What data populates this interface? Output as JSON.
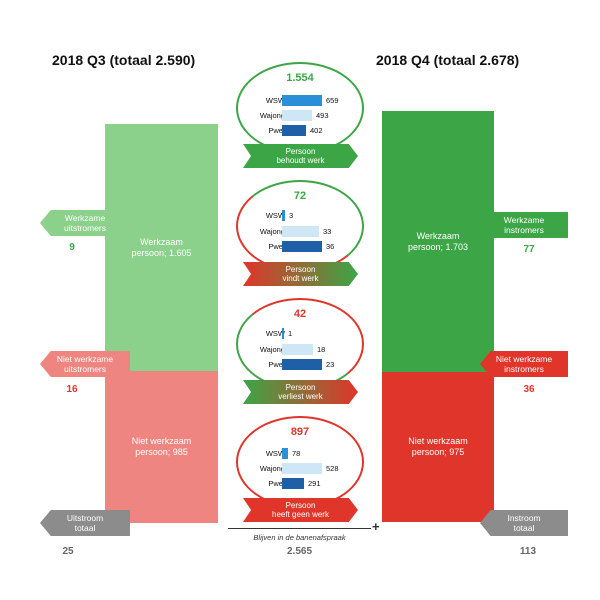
{
  "q3": {
    "title": "2018 Q3 (totaal 2.590)",
    "werkzaam_label": "Werkzaam\npersoon;  1.605",
    "werkzaam_value": 1605,
    "niet_werkzaam_label": "Niet werkzaam\npersoon;  985",
    "niet_werkzaam_value": 985,
    "color_werkzaam": "#8bd08b",
    "color_niet_werkzaam": "#ee8580"
  },
  "q4": {
    "title": "2018 Q4 (totaal 2.678)",
    "werkzaam_label": "Werkzaam\npersoon;  1.703",
    "werkzaam_value": 1703,
    "niet_werkzaam_label": "Niet werkzaam\npersoon;  975",
    "niet_werkzaam_value": 975,
    "color_werkzaam": "#3ca646",
    "color_niet_werkzaam": "#e0352a"
  },
  "left_tags": {
    "werkzame_uitstromers": {
      "label": "Werkzame\nuitstromers",
      "value": "9"
    },
    "niet_werkzame_uitstromers": {
      "label": "Niet werkzame\nuitstromers",
      "value": "16"
    },
    "uitstroom_totaal": {
      "label": "Uitstroom\ntotaal",
      "value": "25"
    }
  },
  "right_tags": {
    "werkzame_instromers": {
      "label": "Werkzame\ninstromers",
      "value": "77"
    },
    "niet_werkzame_instromers": {
      "label": "Niet werkzame\ninstromers",
      "value": "36"
    },
    "instroom_totaal": {
      "label": "Instroom\ntotaal",
      "value": "113"
    }
  },
  "flows": [
    {
      "total": "1.554",
      "label": "Persoon\nbehoudt werk",
      "rows": [
        {
          "label": "WSW",
          "value": 659
        },
        {
          "label": "Wajong",
          "value": 493
        },
        {
          "label": "Pwet",
          "value": 402
        }
      ]
    },
    {
      "total": "72",
      "label": "Persoon\nvindt werk",
      "rows": [
        {
          "label": "WSW",
          "value": 3
        },
        {
          "label": "Wajong",
          "value": 33
        },
        {
          "label": "Pwet",
          "value": 36
        }
      ]
    },
    {
      "total": "42",
      "label": "Persoon\nverliest werk",
      "rows": [
        {
          "label": "WSW",
          "value": 1
        },
        {
          "label": "Wajong",
          "value": 18
        },
        {
          "label": "Pwet",
          "value": 23
        }
      ]
    },
    {
      "total": "897",
      "label": "Persoon\nheeft geen werk",
      "rows": [
        {
          "label": "WSW",
          "value": 78
        },
        {
          "label": "Wajong",
          "value": 528
        },
        {
          "label": "Pwet",
          "value": 291
        }
      ]
    }
  ],
  "bottom": {
    "caption": "Blijven in de banenafspraak",
    "total": "2.565",
    "plus": "+"
  },
  "colors": {
    "green": "#3ca646",
    "red": "#e0352a",
    "grey": "#8c8c8c",
    "wsw": "#2a8fd6",
    "wajong": "#cfe6f7",
    "pwet": "#1f5fa8"
  }
}
